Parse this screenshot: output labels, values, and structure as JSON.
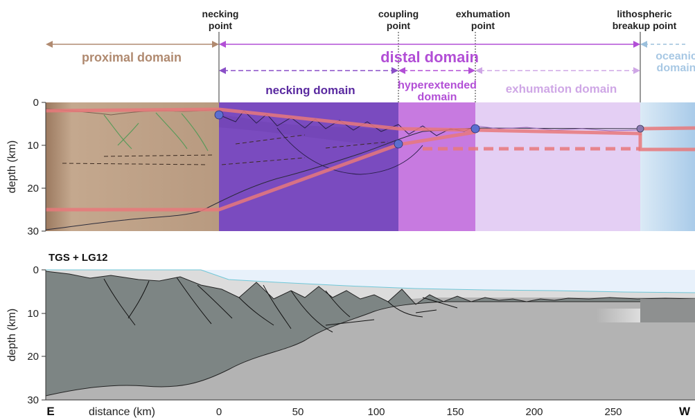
{
  "points": {
    "necking": [
      "necking",
      "point"
    ],
    "coupling": [
      "coupling",
      "point"
    ],
    "exhumation": [
      "exhumation",
      "point"
    ],
    "breakup": [
      "lithospheric",
      "breakup point"
    ]
  },
  "domains": {
    "proximal": "proximal domain",
    "distal": "distal domain",
    "necking": "necking domain",
    "hyperextended": [
      "hyperextended",
      "domain"
    ],
    "exhumation": "exhumation domain",
    "oceanic": [
      "oceanic",
      "domain"
    ]
  },
  "top_panel": {
    "ylabel": "depth (km)",
    "yticks": [
      "0",
      "10",
      "20",
      "30"
    ]
  },
  "bottom_panel": {
    "title": "TGS + LG12",
    "ylabel": "depth (km)",
    "yticks": [
      "0",
      "10",
      "20",
      "30"
    ],
    "xlabel": "distance (km)",
    "xticks": [
      "0",
      "50",
      "100",
      "150",
      "200",
      "250"
    ],
    "left_end": "E",
    "right_end": "W"
  },
  "colors": {
    "proximal": "#b08a70",
    "necking": "#7a4bbf",
    "hyperextended": "#c77ae0",
    "exhumation": "#e4cff4",
    "oceanic": "#b9d6ee",
    "distal_text": "#b24fd6",
    "proximal_text": "#b08a70",
    "red_line": "#e8787a",
    "crust_gray": "#7d8584",
    "mantle_gray": "#b3b3b3",
    "water": "#e4eef9"
  }
}
